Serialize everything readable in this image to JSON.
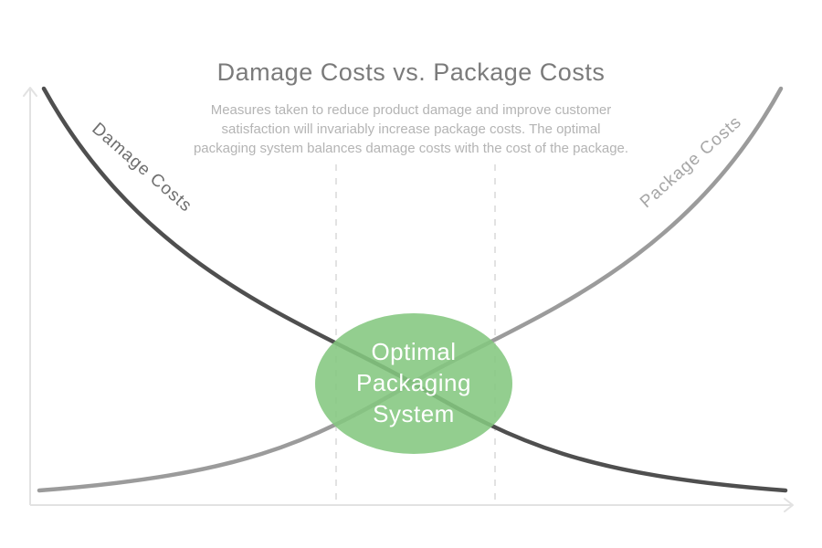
{
  "header": {
    "title": "Damage Costs vs. Package Costs",
    "subtitle_lines": [
      "Measures taken to reduce product damage and improve customer",
      "satisfaction will invariably increase package costs. The optimal",
      "packaging system balances damage costs with the cost of the package."
    ]
  },
  "curves": {
    "damage": {
      "label": "Damage Costs",
      "color": "#4f4f4f"
    },
    "package": {
      "label": "Package Costs",
      "color": "#9b9b9b"
    }
  },
  "ellipse": {
    "lines": [
      "Optimal",
      "Packaging",
      "System"
    ],
    "fill": "#84c77f",
    "text_color": "#ffffff"
  },
  "guides": {
    "color": "#d9d9d9"
  },
  "axes": {
    "color": "#e2e2e2"
  },
  "colors": {
    "background": "#ffffff",
    "title_text": "#7b7b7b",
    "subtitle_text": "#b4b4b4",
    "damage_label": "#6e6e6e",
    "package_label": "#a6a6a6"
  },
  "chart_data": {
    "type": "line",
    "title": "Damage Costs vs. Package Costs",
    "subtitle": "Measures taken to reduce product damage and improve customer satisfaction will invariably increase package costs. The optimal packaging system balances damage costs with the cost of the package.",
    "x": [
      0,
      10,
      20,
      30,
      40,
      50,
      60,
      70,
      80,
      90,
      100
    ],
    "series": [
      {
        "name": "Damage Costs",
        "values": [
          100,
          74,
          55,
          41,
          30,
          22,
          17,
          12,
          9,
          7,
          5
        ],
        "color": "#4f4f4f"
      },
      {
        "name": "Package Costs",
        "values": [
          5,
          7,
          9,
          12,
          17,
          22,
          30,
          41,
          55,
          74,
          100
        ],
        "color": "#9b9b9b"
      }
    ],
    "xlabel": "",
    "ylabel": "",
    "xlim": [
      0,
      100
    ],
    "ylim": [
      0,
      100
    ],
    "grid": false,
    "axis_ticks": false,
    "legend_position": "labels-on-curves",
    "annotations": [
      {
        "type": "ellipse",
        "label": "Optimal Packaging System",
        "x_range": [
          40,
          60
        ],
        "fill": "#84c77f"
      },
      {
        "type": "vertical-dashed-guide",
        "x": 40
      },
      {
        "type": "vertical-dashed-guide",
        "x": 60
      }
    ]
  }
}
